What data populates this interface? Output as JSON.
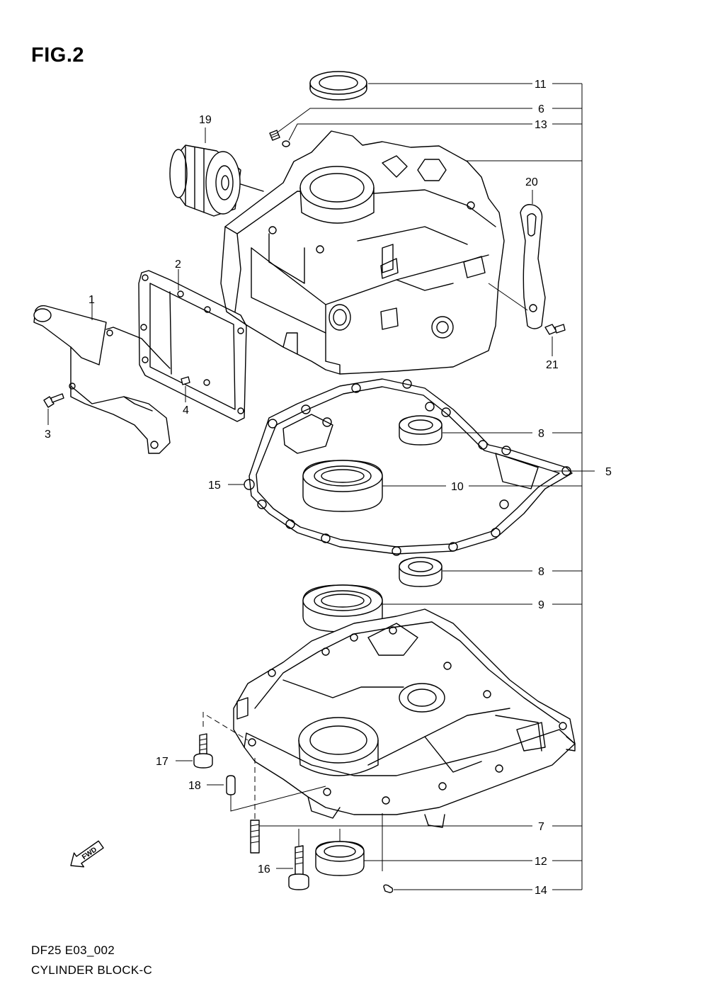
{
  "figure": {
    "title": "FIG.2"
  },
  "footer": {
    "model_code": "DF25 E03_002",
    "section_name": "CYLINDER BLOCK-C"
  },
  "fwd_arrow": {
    "label": "FWD"
  },
  "callouts": [
    "1",
    "2",
    "3",
    "4",
    "5",
    "6",
    "7",
    "8",
    "8",
    "9",
    "10",
    "11",
    "12",
    "13",
    "14",
    "15",
    "16",
    "17",
    "18",
    "19",
    "20",
    "21"
  ]
}
